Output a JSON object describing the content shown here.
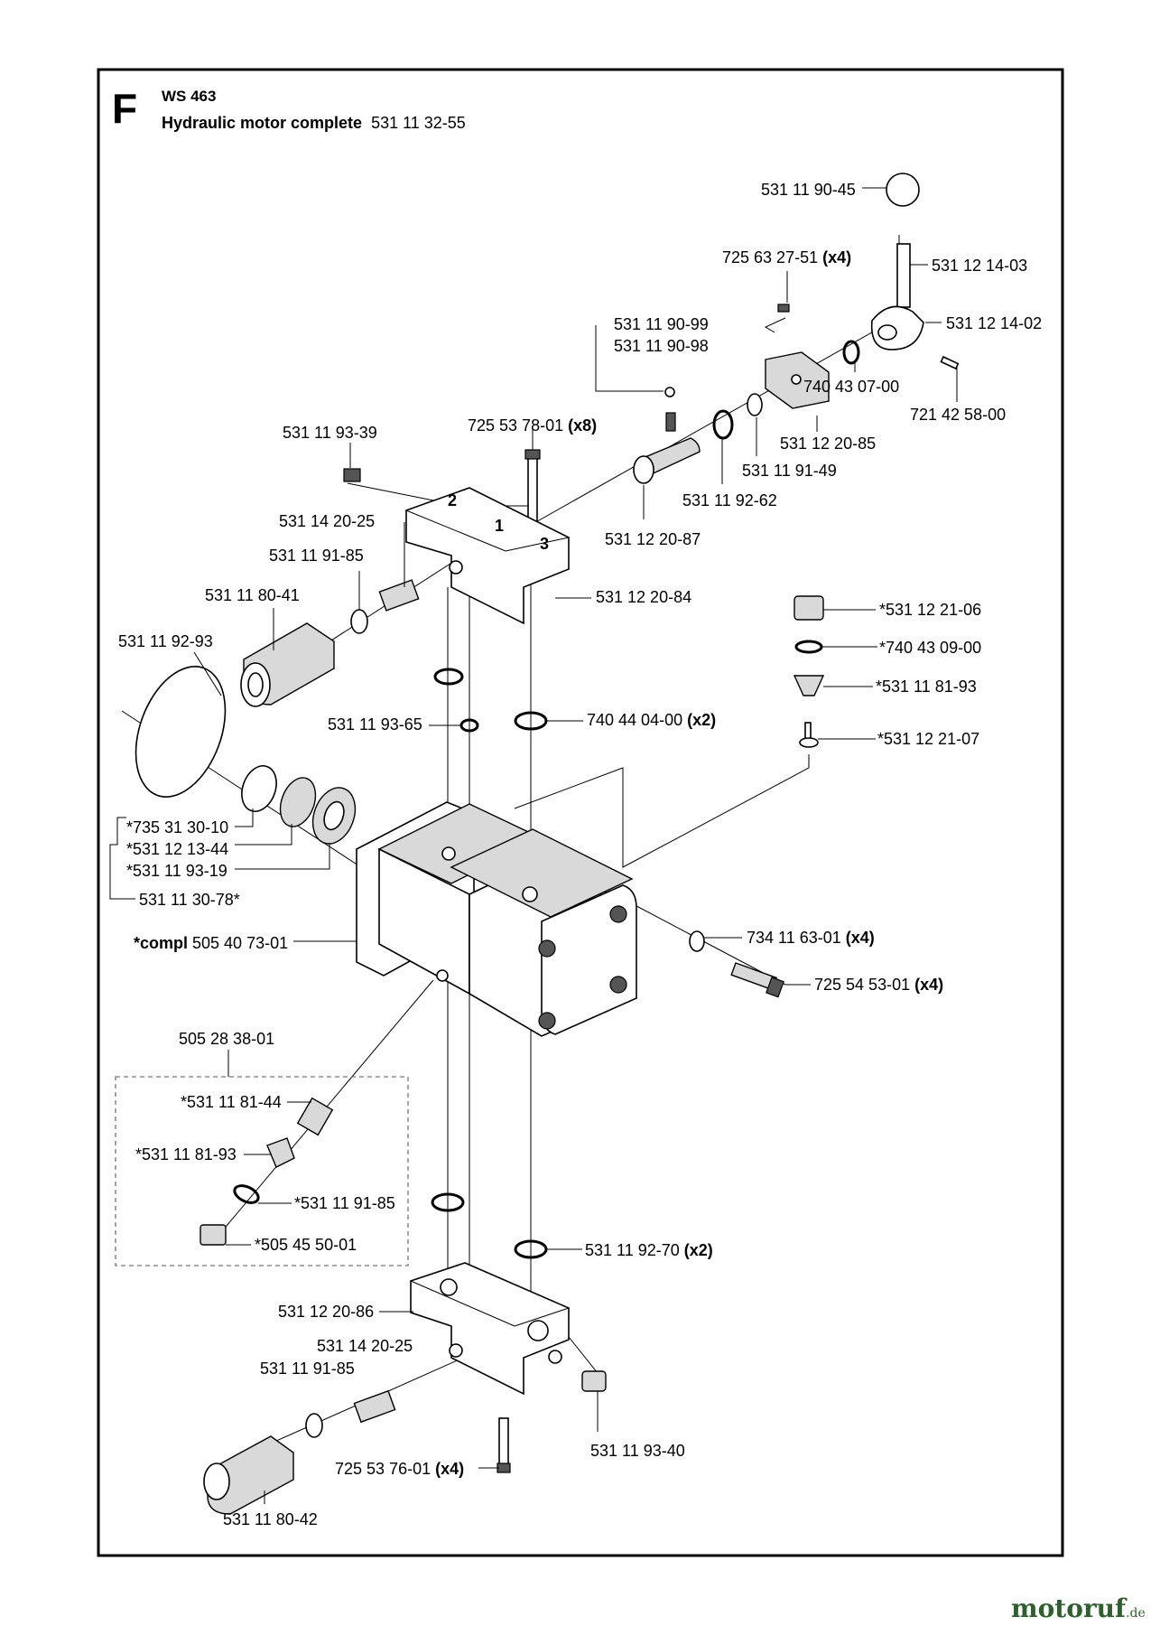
{
  "header": {
    "section_letter": "F",
    "model": "WS 463",
    "assembly_name": "Hydraulic motor complete",
    "assembly_number": "531 11 32-55"
  },
  "labels": [
    {
      "id": "p1",
      "text": "531 11 90-45",
      "qty": ""
    },
    {
      "id": "p2",
      "text": "725 63 27-51",
      "qty": "(x4)"
    },
    {
      "id": "p3",
      "text": "531 12 14-03",
      "qty": ""
    },
    {
      "id": "p4",
      "text": "531 11 90-99",
      "qty": ""
    },
    {
      "id": "p5",
      "text": "531 11 90-98",
      "qty": ""
    },
    {
      "id": "p6",
      "text": "531 12 14-02",
      "qty": ""
    },
    {
      "id": "p7",
      "text": "740 43 07-00",
      "qty": ""
    },
    {
      "id": "p8",
      "text": "721 42 58-00",
      "qty": ""
    },
    {
      "id": "p9",
      "text": "725 53 78-01",
      "qty": "(x8)"
    },
    {
      "id": "p10",
      "text": "531 11 93-39",
      "qty": ""
    },
    {
      "id": "p11",
      "text": "531 12 20-85",
      "qty": ""
    },
    {
      "id": "p12",
      "text": "531 11 91-49",
      "qty": ""
    },
    {
      "id": "p13",
      "text": "531 11 92-62",
      "qty": ""
    },
    {
      "id": "p14",
      "text": "531 14 20-25",
      "qty": ""
    },
    {
      "id": "p15",
      "text": "531 12 20-87",
      "qty": ""
    },
    {
      "id": "p16",
      "text": "531 11 91-85",
      "qty": ""
    },
    {
      "id": "p17",
      "text": "531 11 80-41",
      "qty": ""
    },
    {
      "id": "p18",
      "text": "531 12 20-84",
      "qty": ""
    },
    {
      "id": "p19",
      "text": "*531 12 21-06",
      "qty": ""
    },
    {
      "id": "p20",
      "text": "531 11 92-93",
      "qty": ""
    },
    {
      "id": "p21",
      "text": "*740 43 09-00",
      "qty": ""
    },
    {
      "id": "p22",
      "text": "*531 11 81-93",
      "qty": ""
    },
    {
      "id": "p23",
      "text": "531 11 93-65",
      "qty": ""
    },
    {
      "id": "p24",
      "text": "740 44 04-00",
      "qty": "(x2)"
    },
    {
      "id": "p25",
      "text": "*531 12 21-07",
      "qty": ""
    },
    {
      "id": "p26",
      "text": "*735 31 30-10",
      "qty": ""
    },
    {
      "id": "p27",
      "text": "*531 12 13-44",
      "qty": ""
    },
    {
      "id": "p28",
      "text": "*531 11 93-19",
      "qty": ""
    },
    {
      "id": "p29",
      "text": "531 11 30-78*",
      "qty": ""
    },
    {
      "id": "p30",
      "text": "505 40 73-01",
      "qty": "",
      "prefix": "*compl"
    },
    {
      "id": "p31",
      "text": "734 11 63-01",
      "qty": "(x4)"
    },
    {
      "id": "p32",
      "text": "725 54 53-01",
      "qty": "(x4)"
    },
    {
      "id": "p33",
      "text": "505 28 38-01",
      "qty": ""
    },
    {
      "id": "p34",
      "text": "*531 11 81-44",
      "qty": ""
    },
    {
      "id": "p35",
      "text": "*531 11 81-93",
      "qty": ""
    },
    {
      "id": "p36",
      "text": "*531 11 91-85",
      "qty": ""
    },
    {
      "id": "p37",
      "text": "*505 45 50-01",
      "qty": ""
    },
    {
      "id": "p38",
      "text": "531 11 92-70",
      "qty": "(x2)"
    },
    {
      "id": "p39",
      "text": "531 12 20-86",
      "qty": ""
    },
    {
      "id": "p40",
      "text": "531 14 20-25",
      "qty": ""
    },
    {
      "id": "p41",
      "text": "531 11 91-85",
      "qty": ""
    },
    {
      "id": "p42",
      "text": "531 11 93-40",
      "qty": ""
    },
    {
      "id": "p43",
      "text": "725 53 76-01",
      "qty": "(x4)"
    },
    {
      "id": "p44",
      "text": "531 11 80-42",
      "qty": ""
    }
  ],
  "port_numbers": {
    "one": "1",
    "two": "2",
    "three": "3"
  },
  "watermark": {
    "main": "motoruf",
    "suffix": ".de"
  }
}
